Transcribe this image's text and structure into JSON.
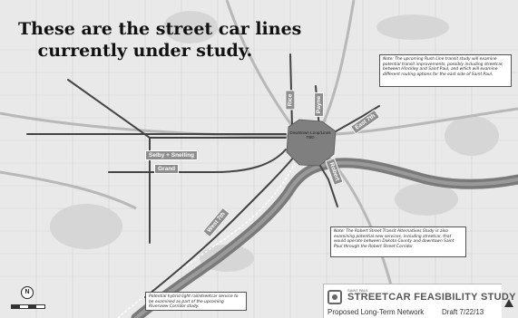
{
  "headline": {
    "line1": "These are the street car lines",
    "line2": "currently under study."
  },
  "notes": {
    "rush_line": "Note: The upcoming Rush Line transit study will examine potential transit improvements, possibly including streetcar, between Hinckley and Saint Paul, and which will examine different routing options for the east side of Saint Paul.",
    "robert_street": "Note: The Robert Street Transit Alternatives Study is also examining potential new services, including streetcar, that would operate between Dakota County and downtown Saint Paul through the Robert Street Corridor.",
    "riverview": "Potential hybrid light rail/streetcar service to be examined as part of the upcoming Riverview Corridor study."
  },
  "line_labels": {
    "selby_snelling": "Selby + Snelling",
    "grand": "Grand",
    "west_7th": "West 7th",
    "rice": "Rice",
    "payne": "Payne",
    "east_7th": "East 7th",
    "robert": "Robert"
  },
  "downtown_label": "Downtown Loop/Lines TBD",
  "legend": {
    "brand_small": "SAINT PAUL",
    "brand_main": "STREETCAR FEASIBILITY STUDY",
    "subtitle": "Proposed Long-Term Network",
    "date": "Draft 7/22/13"
  },
  "north_arrow": "N",
  "colors": {
    "map_background": "#e9e9e9",
    "river": "#7a7a7a",
    "streetcar_line": "#444444",
    "downtown_area": "#7f7f7f",
    "label_fill": "#8e8e8e"
  }
}
